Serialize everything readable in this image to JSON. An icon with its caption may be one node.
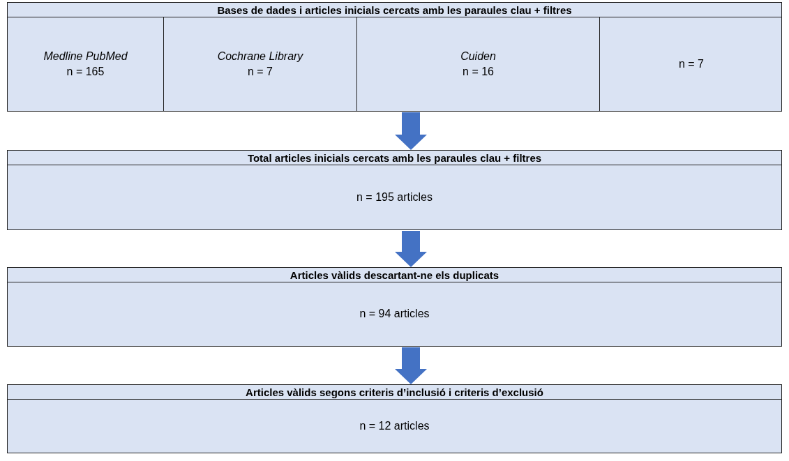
{
  "diagram": {
    "nodes": [
      {
        "text": [
          "Bases de dades i articles inicials cercats amb les paraules clau + filtres"
        ]
      },
      {
        "text": [
          "Medline PubMed",
          "n = 165"
        ],
        "in": 0
      },
      {
        "text": [
          "Cochrane Library",
          "n = 7"
        ],
        "in": 0
      },
      {
        "text": [
          "Cuiden",
          "n = 16"
        ],
        "in": 0
      },
      {
        "text": [
          "n = 7"
        ],
        "in": 0
      },
      {
        "text": [
          "Total articles inicials cercats amb les paraules clau + filtres",
          "n = 195 articles"
        ]
      },
      {
        "text": [
          "Articles vàlids descartant-ne els duplicats",
          "n = 94 articles"
        ]
      },
      {
        "text": [
          "Articles vàlids segons criteris d’inclusió i criteris d’exclusió",
          "n = 12 articles"
        ]
      }
    ],
    "edges": [
      {
        "from": 0,
        "to": 5,
        "arrow": "to"
      },
      {
        "from": 5,
        "to": 6,
        "arrow": "to"
      },
      {
        "from": 6,
        "to": 7,
        "arrow": "to"
      }
    ]
  }
}
